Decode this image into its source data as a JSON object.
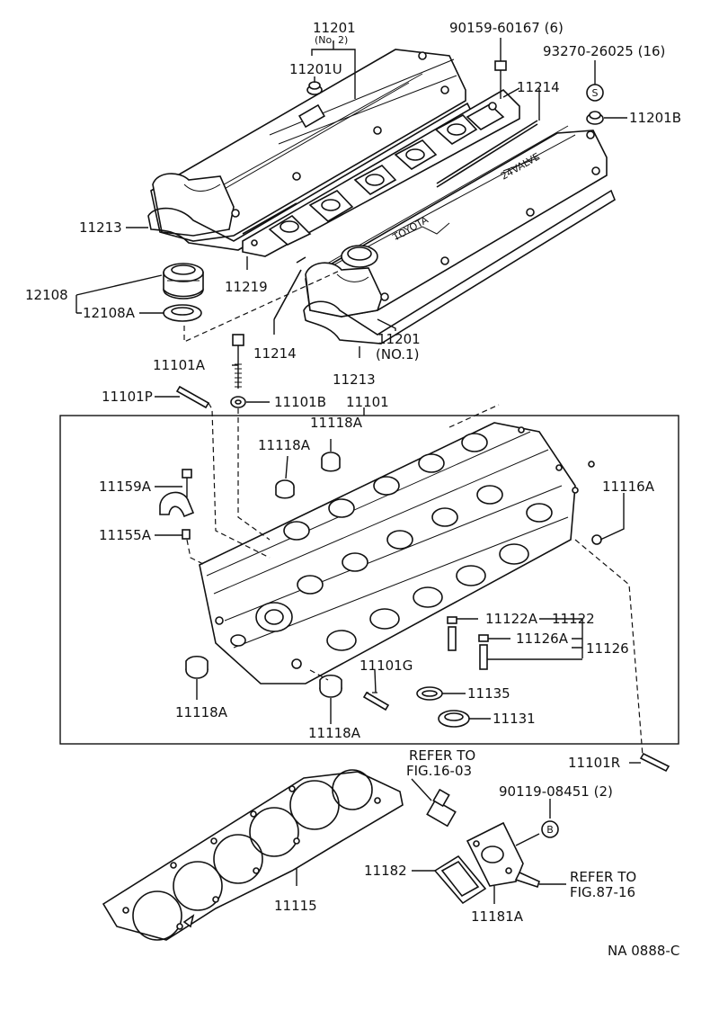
{
  "labels": {
    "cover_no2": "11201",
    "cover_no2_sub": "(No. 2)",
    "cover_no2_u": "11201U",
    "bolt_90159": "90159-60167 (6)",
    "seal_93270": "93270-26025 (16)",
    "ring_11201b": "11201B",
    "gasket_11214_top": "11214",
    "gasket_11213_left": "11213",
    "cap_12108": "12108",
    "cap_seal_12108a": "12108A",
    "gasket_11219": "11219",
    "gasket_11214_bottom": "11214",
    "cover_no1": "11201",
    "cover_no1_sub": "(NO.1)",
    "gasket_11213_bottom": "11213",
    "bolt_11101a": "11101A",
    "washer_11101b": "11101B",
    "stud_11101p": "11101P",
    "head_11101": "11101",
    "plug_11118a_top": "11118A",
    "plug_11118a_mid": "11118A",
    "bolt_11159a": "11159A",
    "cap_11155a": "11155A",
    "plug_11116a": "11116A",
    "guide_11122a": "11122A",
    "guide_11122": "11122",
    "guide_11126a": "11126A",
    "guide_11126": "11126",
    "stud_11101g": "11101G",
    "seat_11135": "11135",
    "seat_11131": "11131",
    "plug_11118a_left": "11118A",
    "plug_11118a_bottom": "11118A",
    "stud_11101r": "11101R",
    "refer_16_line1": "REFER TO",
    "refer_16_line2": "FIG.16-03",
    "bolt_90119": "90119-08451 (2)",
    "badge_s": "S",
    "badge_b": "B",
    "gasket_11182": "11182",
    "head_gasket_11115": "11115",
    "outlet_11181a": "11181A",
    "refer_87_line1": "REFER TO",
    "refer_87_line2": "FIG.87-16",
    "figure_code": "NA 0888-C"
  }
}
